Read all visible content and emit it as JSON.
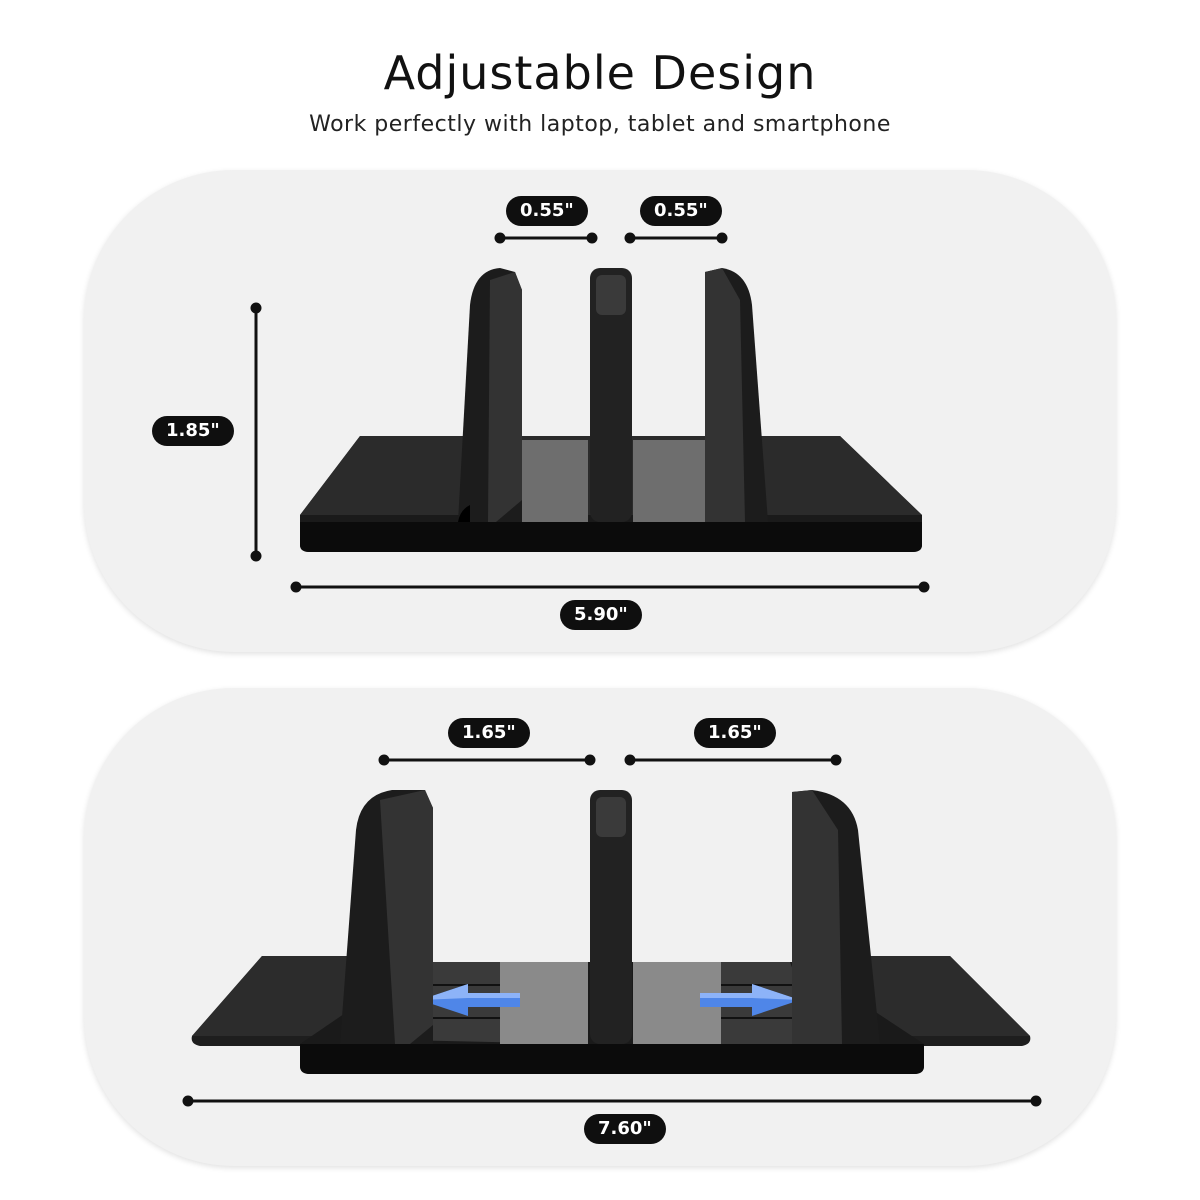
{
  "header": {
    "title": "Adjustable Design",
    "subtitle": "Work perfectly with laptop, tablet and smartphone"
  },
  "compact_view": {
    "gap_left": "0.55\"",
    "gap_right": "0.55\"",
    "height": "1.85\"",
    "width": "5.90\""
  },
  "extended_view": {
    "gap_left": "1.65\"",
    "gap_right": "1.65\"",
    "width": "7.60\""
  },
  "colors": {
    "stand": "#111111",
    "panel_background": "#f1f1f1",
    "arrow": "#4f86e8"
  }
}
